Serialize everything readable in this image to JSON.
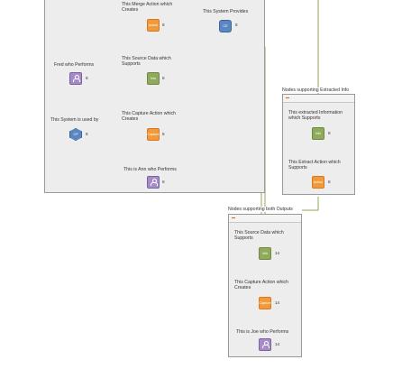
{
  "panels": {
    "main": {
      "labels": {
        "merge": "This Merge Action which\nCreates",
        "system_provides": "This System Provides",
        "fred": "Fred who Performs",
        "source_supports": "This Source Data which\nSupports",
        "capture_creates": "This Capture Action which\nCreates",
        "system_used_by": "This System is used by",
        "ann": "This is Ann who Performs"
      },
      "nodes": {
        "merge_action": {
          "text": "Action",
          "count": "8"
        },
        "system_ce": {
          "text": "CE",
          "count": "8"
        },
        "fred_person": {
          "count": "8"
        },
        "source_info": {
          "text": "Info",
          "count": "8"
        },
        "system_cp": {
          "text": "CP",
          "count": "8"
        },
        "capture_action": {
          "text": "Capture",
          "count": "8"
        },
        "ann_person": {
          "count": "8"
        }
      }
    },
    "extracted": {
      "caption": "Nodes supporting Extracted Info",
      "labels": {
        "extracted_supports": "This extracted Information\nwhich Supports",
        "extract_supports": "This Extract Action which\nSupports"
      },
      "nodes": {
        "extracted_info": {
          "text": "Info",
          "count": "8"
        },
        "extract_action": {
          "text": "Action",
          "count": "8"
        }
      }
    },
    "both": {
      "caption": "Nodes supporting both Outputs",
      "labels": {
        "source_supports": "This Source Data which\nSupports",
        "capture_creates": "This Capture Action which\nCreates",
        "joe": "This is Joe who Performs"
      },
      "nodes": {
        "source_info": {
          "text": "Info",
          "count": "14"
        },
        "capture_action": {
          "text": "Capture",
          "count": "14"
        },
        "joe_person": {
          "count": "14"
        }
      }
    }
  },
  "colors": {
    "action": "#f29a3a",
    "info": "#8faa5c",
    "person": "#a58cc6",
    "system": "#5a86c2",
    "link_green": "#8faa5c",
    "link_orange": "#f29a3a",
    "link_purple": "#8e62b5",
    "link_blue": "#3c64a0"
  }
}
